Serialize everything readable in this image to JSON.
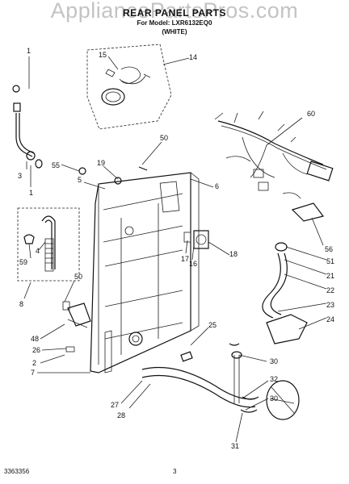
{
  "watermark": "AppliancePartsPros.com",
  "diagram": {
    "title": "REAR PANEL PARTS",
    "subtitle_line1": "For Model: LXR6132EQ0",
    "subtitle_line2": "(WHITE)"
  },
  "callouts": [
    "1",
    "3",
    "1",
    "55",
    "5",
    "19",
    "50",
    "6",
    "15",
    "14",
    "60",
    "4",
    "59",
    "8",
    "50",
    "48",
    "26",
    "2",
    "7",
    "27",
    "28",
    "25",
    "17",
    "16",
    "18",
    "56",
    "51",
    "21",
    "22",
    "23",
    "24",
    "30",
    "32",
    "30",
    "31"
  ],
  "footer": {
    "doc_number": "3363356",
    "page_number": "3"
  }
}
